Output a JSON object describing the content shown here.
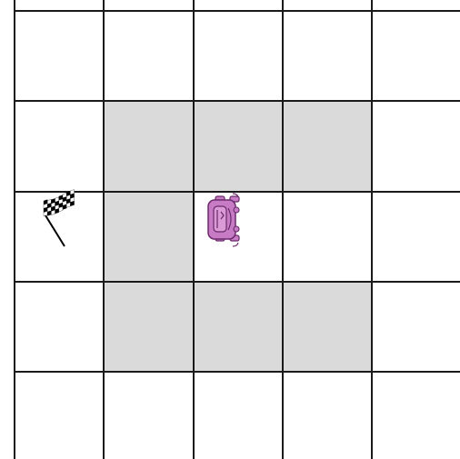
{
  "board": {
    "rows": 5,
    "cols": 5,
    "colors": {
      "empty": "#ffffff",
      "wall": "#dadada",
      "grid_line": "#1a1a1a"
    },
    "cells": [
      [
        "empty",
        "empty",
        "empty",
        "empty",
        "empty"
      ],
      [
        "empty",
        "wall",
        "wall",
        "wall",
        "empty"
      ],
      [
        "goal",
        "wall",
        "robot",
        "empty",
        "empty"
      ],
      [
        "empty",
        "wall",
        "wall",
        "wall",
        "empty"
      ],
      [
        "empty",
        "empty",
        "empty",
        "empty",
        "empty"
      ]
    ]
  },
  "goal": {
    "row": 2,
    "col": 0,
    "icon": "checkered-flag-icon"
  },
  "robot": {
    "row": 2,
    "col": 2,
    "facing": "right",
    "icon": "robot-car-icon",
    "color": "#c77bc4",
    "outline_color": "#6a2a6a"
  }
}
